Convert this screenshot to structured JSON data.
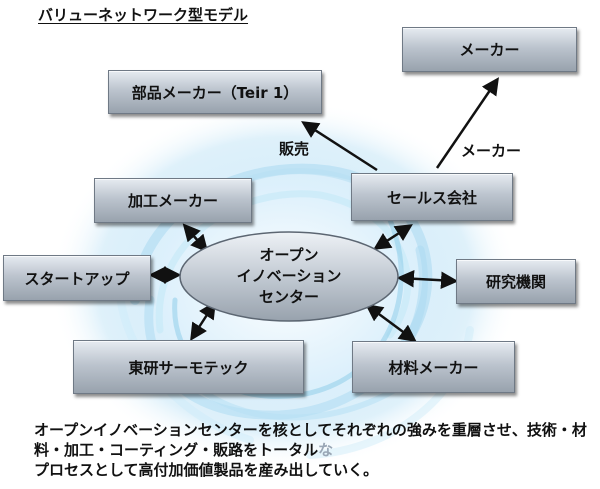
{
  "title": "バリューネットワーク型モデル",
  "center": {
    "label": "オープン\nイノベーション\nセンター"
  },
  "nodes": {
    "parts_maker": "部品メーカー（Teir 1）",
    "maker": "メーカー",
    "processing_maker": "加工メーカー",
    "sales_company": "セールス会社",
    "startup": "スタートアップ",
    "research": "研究機関",
    "token": "東研サーモテック",
    "material_maker": "材料メーカー"
  },
  "edge_labels": {
    "sales": "販売",
    "maker": "メーカー"
  },
  "caption": {
    "main": "オープンイノベーションセンターを核としてそれぞれの強みを重層させ、技術・材料・加工・コーティング・販路をトータル",
    "tail": "な",
    "last": "プロセスとして高付加価値製品を産み出していく。"
  }
}
